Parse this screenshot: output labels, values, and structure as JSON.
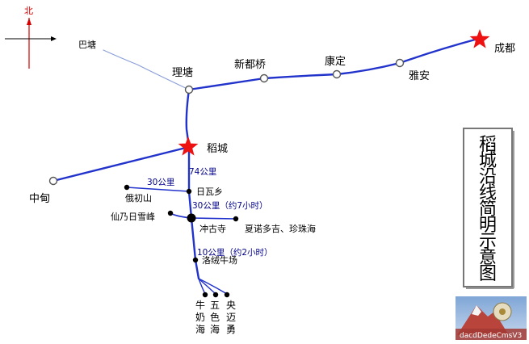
{
  "compass": {
    "north_label": "北"
  },
  "title": [
    "稻",
    "城",
    "沿",
    "线",
    "简",
    "明",
    "示",
    "意",
    "图"
  ],
  "places": {
    "batang": "巴塘",
    "litang": "理塘",
    "xinduqiao": "新都桥",
    "kangding": "康定",
    "yaan": "雅安",
    "chengdu": "成都",
    "daocheng": "稻城",
    "zhongdian": "中甸",
    "riwa": "日瓦乡",
    "echushan": "俄初山",
    "xiannairi": "仙乃日雪峰",
    "chonggusi": "冲古寺",
    "xianuo": "夏诺多吉、珍珠海",
    "luorong": "洛绒牛场"
  },
  "lakes": [
    [
      "牛",
      "奶",
      "海"
    ],
    [
      "五",
      "色",
      "海"
    ],
    [
      "央",
      "迈",
      "勇"
    ]
  ],
  "distances": {
    "d74": "74公里",
    "d30a": "30公里",
    "d30b": "30公里（约7小时）",
    "d10": "10公里（约2小时）"
  },
  "watermark": "dacdDedeCmsV3",
  "colors": {
    "route": "#2233cc",
    "star": "#ee1111",
    "north": "#d40000",
    "distance_text": "#00008b"
  }
}
